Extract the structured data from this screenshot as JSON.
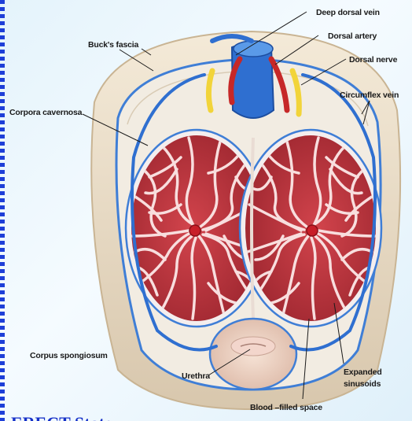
{
  "labels": {
    "deep_dorsal_vein": "Deep dorsal vein",
    "dorsal_artery": "Dorsal artery",
    "dorsal_nerve": "Dorsal nerve",
    "bucks_fascia": "Buck's fascia",
    "circumflex_vein": "Circumflex vein",
    "corpora_cavernosa": "Corpora cavernosa",
    "corpus_spongiosum": "Corpus spongiosum",
    "urethra": "Urethra",
    "expanded_line1": "Expanded",
    "expanded_line2": "sinusoids",
    "blood_filled_space": "Blood –filled space"
  },
  "title_fragment": "ERECT  State",
  "colors": {
    "title": "#1530c8",
    "border": "#1e3fd8",
    "vein": "#2f6fd0",
    "artery": "#c62828",
    "nerve": "#f2d43a",
    "tissue": "#b8313a",
    "septa": "#f6d9d9"
  }
}
